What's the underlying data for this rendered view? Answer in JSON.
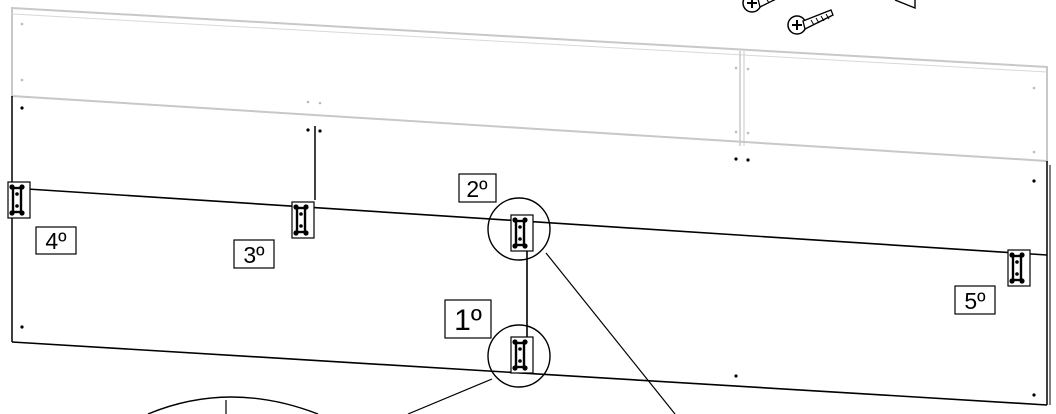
{
  "diagram": {
    "step_labels": {
      "step_1": "1º",
      "step_2": "2º",
      "step_3": "3º",
      "step_4": "4º",
      "step_5": "5º"
    },
    "icons": {
      "bracket": "metal-connector-plate-icon",
      "screw": "wood-screw-icon",
      "magnifier": "detail-callout-circle-icon"
    },
    "colors": {
      "line": "#000000",
      "panel_edge": "#c8c8c8",
      "background": "#ffffff"
    }
  }
}
